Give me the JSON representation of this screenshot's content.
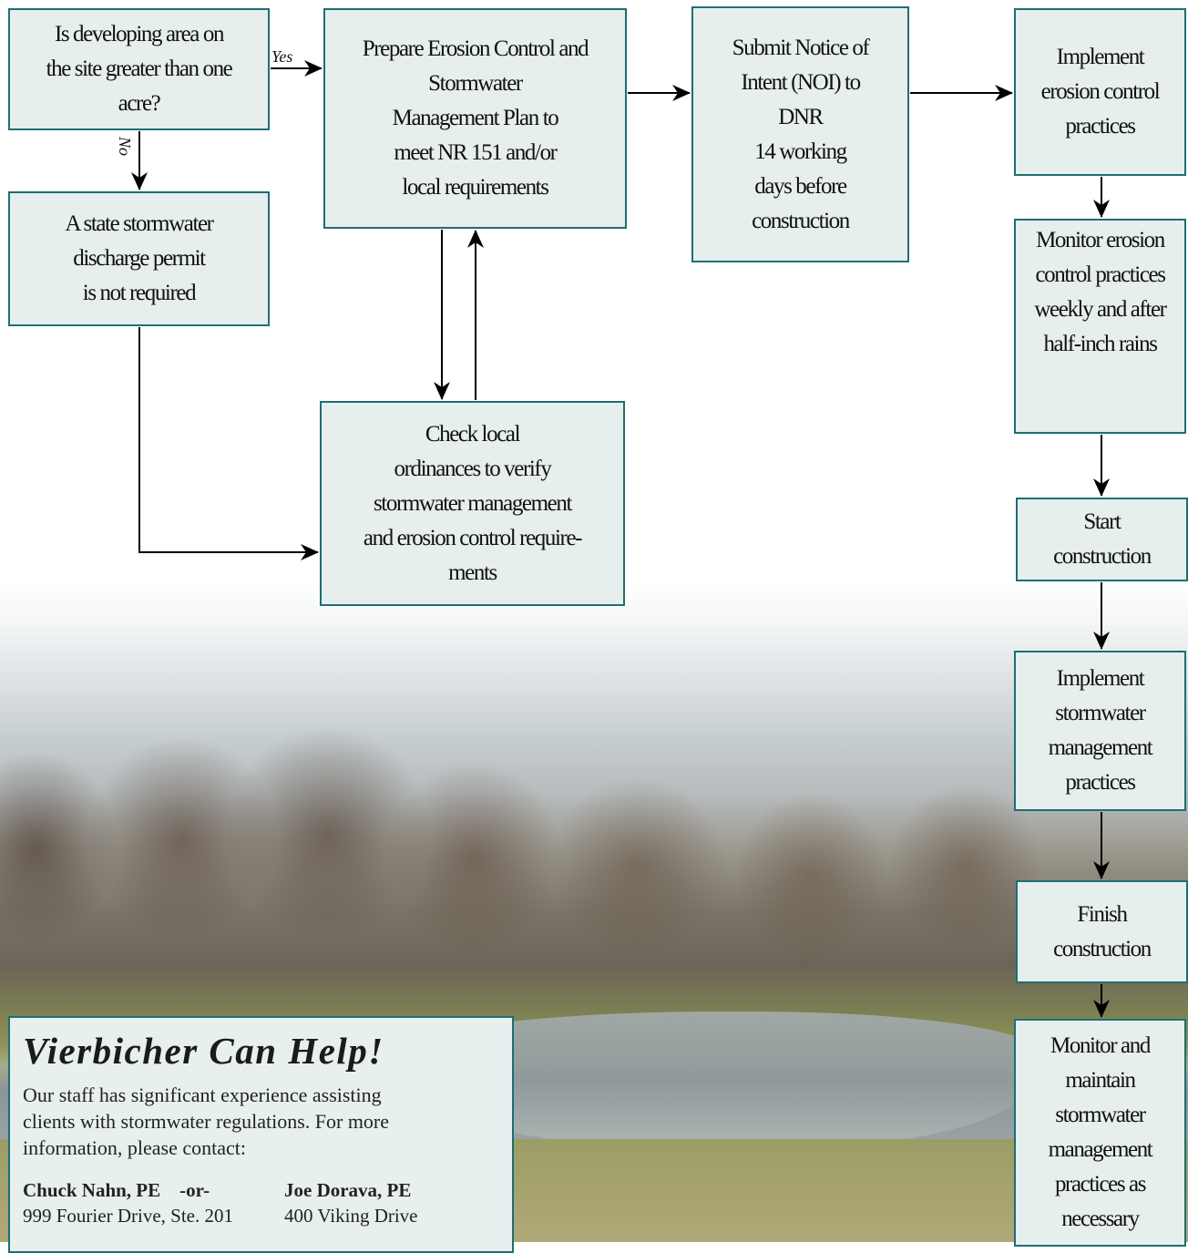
{
  "nodes": {
    "q_area": "Is developing area on\nthe site greater than one\nacre?",
    "no_permit": "A state stormwater\ndischarge permit\nis not required",
    "prepare_plan": "Prepare Erosion Control and\nStormwater\nManagement Plan to\nmeet NR 151 and/or\nlocal requirements",
    "check_local": "Check local\nordinances to verify\nstormwater management\nand erosion control require-\nments",
    "submit_noi": "Submit Notice of\nIntent (NOI) to\nDNR\n14 working\ndays before\nconstruction",
    "implement_ec": "Implement\nerosion control\npractices",
    "monitor_ec": "Monitor erosion\ncontrol practices\nweekly and after\nhalf-inch rains",
    "start_construction": "Start\nconstruction",
    "implement_sw": "Implement\nstormwater\nmanagement\npractices",
    "finish_construction": "Finish\nconstruction",
    "monitor_sw": "Monitor and\nmaintain\nstormwater\nmanagement\npractices as\nnecessary"
  },
  "edge_labels": {
    "yes": "Yes",
    "no": "No"
  },
  "help": {
    "title": "Vierbicher Can Help!",
    "body": "Our staff has significant experience assisting\nclients with stormwater regulations. For more\ninformation, please contact:",
    "contact1_name": "Chuck Nahn, PE",
    "or": "-or-",
    "contact1_address": "999 Fourier Drive, Ste. 201",
    "contact2_name": "Joe Dorava, PE",
    "contact2_address": "400 Viking Drive"
  },
  "colors": {
    "box_fill": "#e6eeee",
    "box_border": "#1f6e72",
    "arrow": "#000000"
  }
}
